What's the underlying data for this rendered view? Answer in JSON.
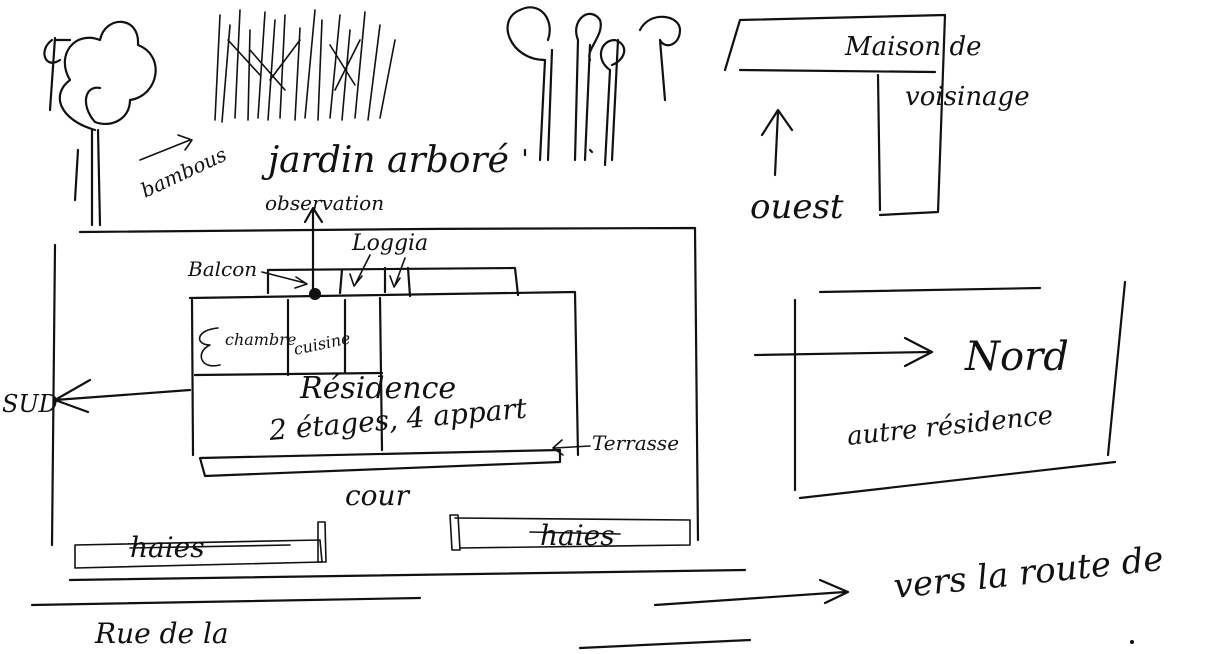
{
  "labels": {
    "jardin": "jardin arboré",
    "bambous": "bambous",
    "observation": "observation",
    "loggia": "Loggia",
    "balcon": "Balcon",
    "chambre": "chambre",
    "cuisine": "cuisine",
    "residence_line1": "Résidence",
    "residence_line2": "2 étages, 4 appart",
    "terrasse": "Terrasse",
    "sud": "SUD",
    "cour": "cour",
    "haies_left": "haies",
    "haies_right": "haies",
    "rue": "Rue de la",
    "vers_route": "vers la route de",
    "maison_line1": "Maison de",
    "maison_line2": "voisinage",
    "ouest": "ouest",
    "nord": "Nord",
    "autre_residence": "autre résidence"
  },
  "colors": {
    "ink": "#111111",
    "paper": "#ffffff"
  }
}
